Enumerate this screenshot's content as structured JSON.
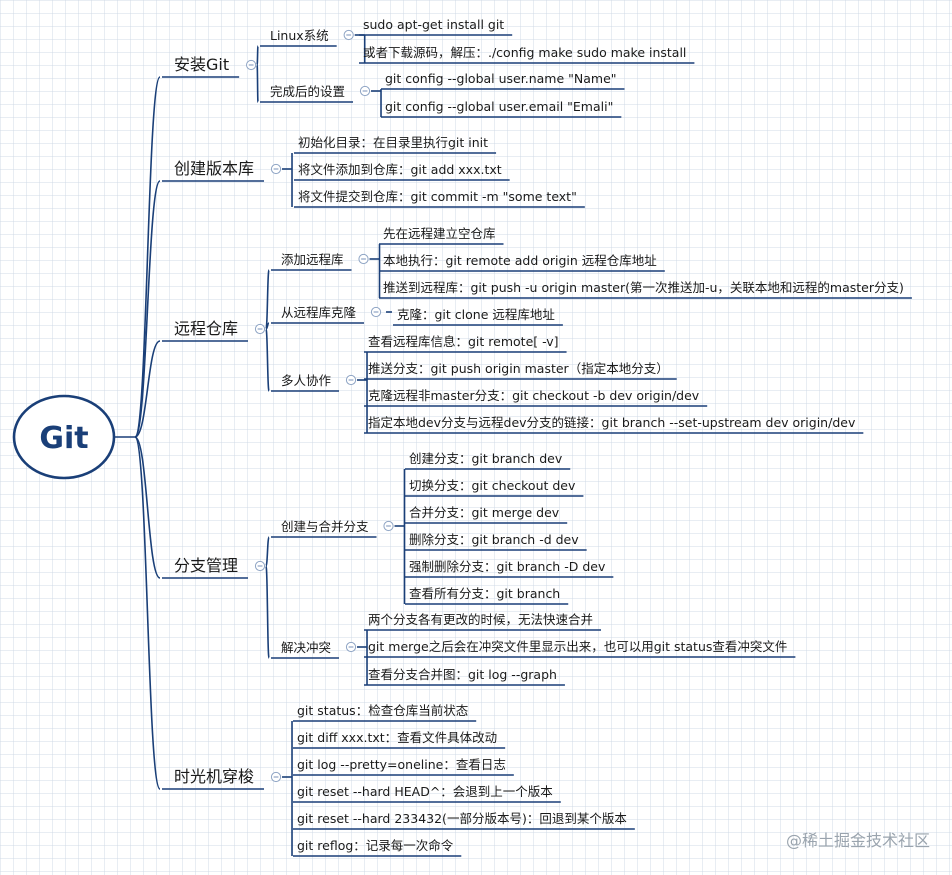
{
  "root": {
    "label": "Git"
  },
  "branches": [
    {
      "label": "安装Git",
      "children": [
        {
          "label": "Linux系统",
          "children": [
            {
              "label": "sudo apt-get install git"
            },
            {
              "label": "或者下载源码，解压：./config make sudo make install"
            }
          ]
        },
        {
          "label": "完成后的设置",
          "children": [
            {
              "label": "git config --global user.name \"Name\""
            },
            {
              "label": "git config --global user.email \"Emali\""
            }
          ]
        }
      ]
    },
    {
      "label": "创建版本库",
      "children": [
        {
          "label": "初始化目录：在目录里执行git init"
        },
        {
          "label": "将文件添加到仓库：git add  xxx.txt"
        },
        {
          "label": "将文件提交到仓库：git commit -m \"some text\""
        }
      ]
    },
    {
      "label": "远程仓库",
      "children": [
        {
          "label": "添加远程库",
          "children": [
            {
              "label": "先在远程建立空仓库"
            },
            {
              "label": "本地执行：git remote add origin 远程仓库地址"
            },
            {
              "label": "推送到远程库：git push -u origin master(第一次推送加-u，关联本地和远程的master分支)"
            }
          ]
        },
        {
          "label": "从远程库克隆",
          "children": [
            {
              "label": "克隆：git clone 远程库地址"
            }
          ]
        },
        {
          "label": "多人协作",
          "children": [
            {
              "label": "查看远程库信息：git remote[ -v]"
            },
            {
              "label": "推送分支：git push origin master（指定本地分支）"
            },
            {
              "label": "克隆远程非master分支：git checkout -b dev origin/dev"
            },
            {
              "label": "指定本地dev分支与远程dev分支的链接：git branch --set-upstream dev origin/dev"
            }
          ]
        }
      ]
    },
    {
      "label": "分支管理",
      "children": [
        {
          "label": "创建与合并分支",
          "children": [
            {
              "label": "创建分支：git branch dev"
            },
            {
              "label": "切换分支：git checkout dev"
            },
            {
              "label": "合并分支：git merge dev"
            },
            {
              "label": "删除分支：git branch -d dev"
            },
            {
              "label": "强制删除分支：git branch -D dev"
            },
            {
              "label": "查看所有分支：git branch"
            }
          ]
        },
        {
          "label": "解决冲突",
          "children": [
            {
              "label": "两个分支各有更改的时候，无法快速合并"
            },
            {
              "label": "git merge之后会在冲突文件里显示出来，也可以用git status查看冲突文件"
            },
            {
              "label": "查看分支合并图：git log --graph"
            }
          ]
        }
      ]
    },
    {
      "label": "时光机穿梭",
      "children": [
        {
          "label": "git status：检查仓库当前状态"
        },
        {
          "label": "git diff xxx.txt：查看文件具体改动"
        },
        {
          "label": "git log --pretty=oneline：查看日志"
        },
        {
          "label": "git reset --hard HEAD^：会退到上一个版本"
        },
        {
          "label": "git reset --hard 233432(一部分版本号)：回退到某个版本"
        },
        {
          "label": "git reflog：记录每一次命令"
        }
      ]
    }
  ],
  "watermark": "@稀土掘金技术社区",
  "colors": {
    "line": "#1a3f78",
    "root_text": "#1a3f78",
    "toggle": "#8ea4c4",
    "grid": "#cdd7e4"
  }
}
